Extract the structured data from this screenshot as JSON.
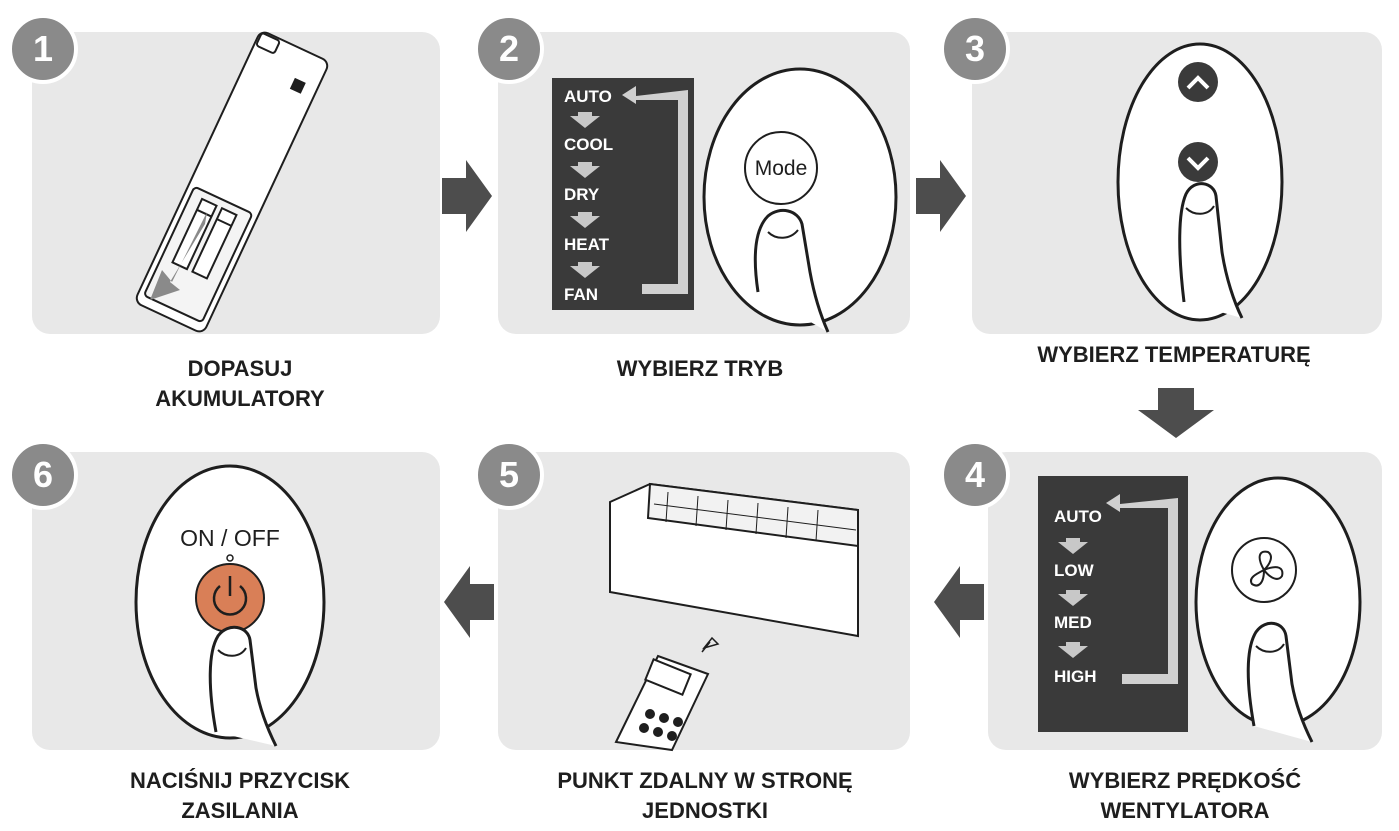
{
  "steps": [
    {
      "number": "1",
      "caption_line1": "DOPASUJ",
      "caption_line2": "AKUMULATORY"
    },
    {
      "number": "2",
      "caption_line1": "WYBIERZ TRYB",
      "caption_line2": ""
    },
    {
      "number": "3",
      "caption_line1": "WYBIERZ TEMPERATURĘ",
      "caption_line2": ""
    },
    {
      "number": "4",
      "caption_line1": "WYBIERZ PRĘDKOŚĆ",
      "caption_line2": "WENTYLATORA"
    },
    {
      "number": "5",
      "caption_line1": "PUNKT ZDALNY W STRONĘ",
      "caption_line2": "JEDNOSTKI"
    },
    {
      "number": "6",
      "caption_line1": "NACIŚNIJ PRZYCISK",
      "caption_line2": "ZASILANIA"
    }
  ],
  "mode_menu": [
    "AUTO",
    "COOL",
    "DRY",
    "HEAT",
    "FAN"
  ],
  "mode_button_label": "Mode",
  "fan_menu": [
    "AUTO",
    "LOW",
    "MED",
    "HIGH"
  ],
  "power_label": "ON / OFF",
  "colors": {
    "panel": "#e8e8e8",
    "badge": "#8a8a8a",
    "menu_background": "#3a3a3a",
    "arrow": "#4d4d4d",
    "power_button": "#d97f57"
  },
  "icons": {
    "fan": "fan-icon",
    "power": "power-icon",
    "up": "chevron-up-icon",
    "down": "chevron-down-icon"
  }
}
